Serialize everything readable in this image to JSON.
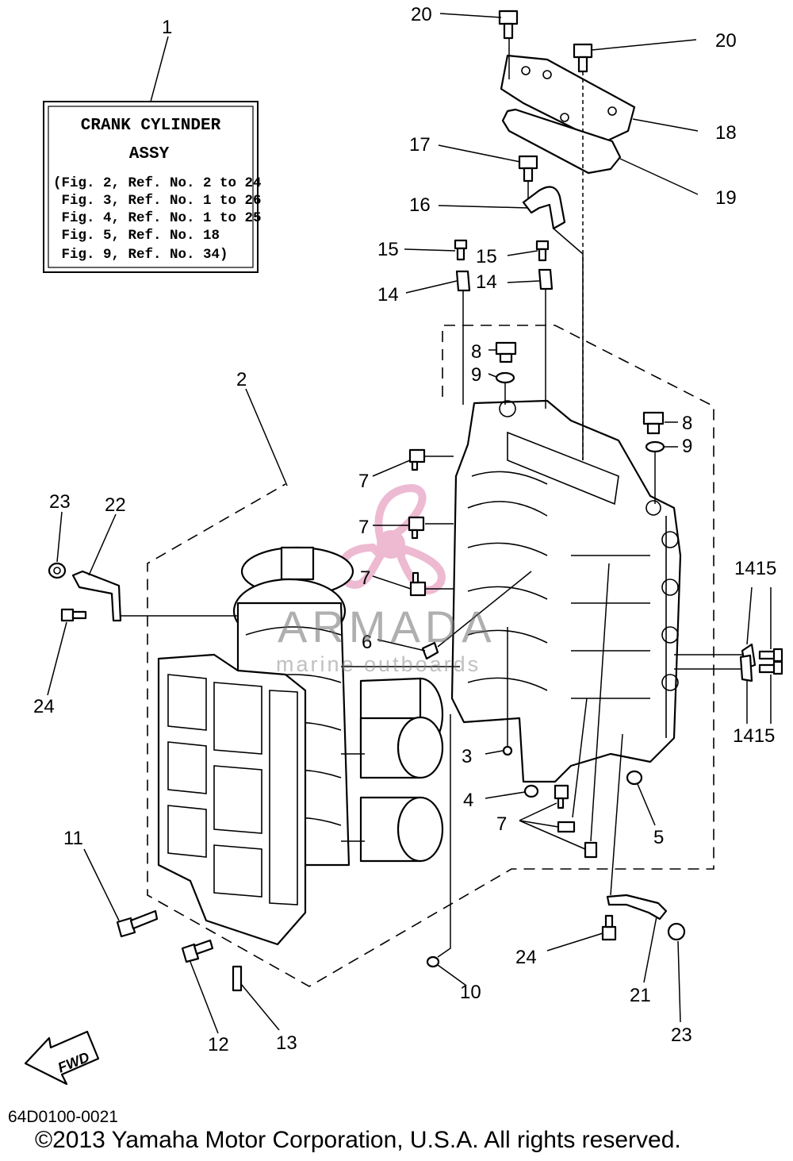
{
  "assembly_box": {
    "title_line1": "CRANK CYLINDER",
    "title_line2": "ASSY",
    "refs": [
      "(Fig. 2, Ref. No. 2 to 24",
      " Fig. 3, Ref. No. 1 to 26",
      " Fig. 4, Ref. No. 1 to 25",
      " Fig. 5, Ref. No. 18",
      " Fig. 9, Ref. No. 34)"
    ]
  },
  "callouts": {
    "c1": "1",
    "c20a": "20",
    "c20b": "20",
    "c18": "18",
    "c17": "17",
    "c19": "19",
    "c16": "16",
    "c15a": "15",
    "c15b": "15",
    "c14a": "14",
    "c14b": "14",
    "c8a": "8",
    "c9a": "9",
    "c8b": "8",
    "c9b": "9",
    "c2": "2",
    "c7a": "7",
    "c7b": "7",
    "c7c": "7",
    "c7d": "7",
    "c23a": "23",
    "c22": "22",
    "c24a": "24",
    "c6": "6",
    "c1415a": "1415",
    "c1415b": "1415",
    "c3": "3",
    "c4": "4",
    "c5": "5",
    "c11": "11",
    "c24b": "24",
    "c21": "21",
    "c23b": "23",
    "c10": "10",
    "c12": "12",
    "c13": "13"
  },
  "fwd_label": "FWD",
  "watermark": {
    "name": "ARMADA",
    "tagline": "marine outboards",
    "accent": "#e7a3c4"
  },
  "diagram_code": "64D0100-0021",
  "copyright": "©2013 Yamaha Motor Corporation, U.S.A. All rights reserved."
}
